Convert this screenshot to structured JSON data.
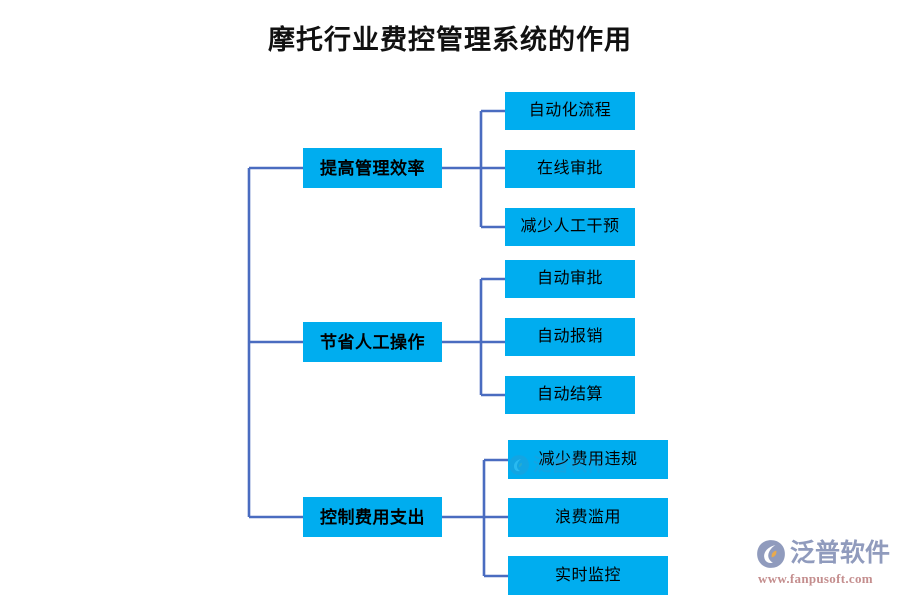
{
  "title": "摩托行业费控管理系统的作用",
  "colors": {
    "node_fill": "#00ADEF",
    "connector": "#4A6CC0",
    "title_text": "#111111",
    "node_text": "#000000",
    "watermark_brand": "#8793B8",
    "watermark_url": "#C08585",
    "background": "#FFFFFF"
  },
  "branches": [
    {
      "label": "提高管理效率",
      "children": [
        {
          "label": "自动化流程"
        },
        {
          "label": "在线审批"
        },
        {
          "label": "减少人工干预"
        }
      ]
    },
    {
      "label": "节省人工操作",
      "children": [
        {
          "label": "自动审批"
        },
        {
          "label": "自动报销"
        },
        {
          "label": "自动结算"
        }
      ]
    },
    {
      "label": "控制费用支出",
      "children": [
        {
          "label": "减少费用违规"
        },
        {
          "label": "浪费滥用"
        },
        {
          "label": "实时监控"
        }
      ]
    }
  ],
  "watermark": {
    "brand": "泛普软件",
    "url": "www.fanpusoft.com",
    "logo_icon": "fanpu-logo-icon"
  }
}
